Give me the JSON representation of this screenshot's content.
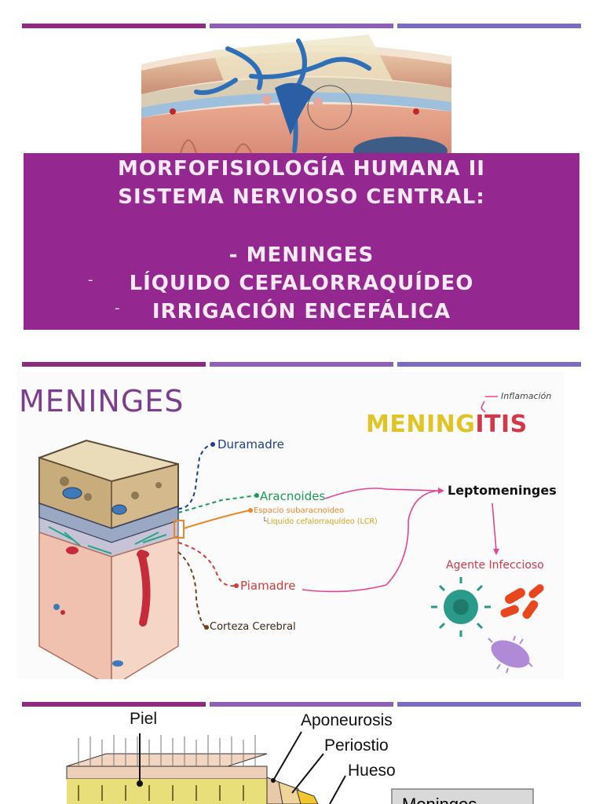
{
  "slide1": {
    "title_lines": [
      "MORFOFISIOLOGÍA HUMANA II",
      "SISTEMA NERVIOSO CENTRAL:"
    ],
    "topics": [
      "- MENINGES",
      "LÍQUIDO CEFALORRAQUÍDEO",
      "IRRIGACIÓN ENCEFÁLICA"
    ],
    "bullet": "-"
  },
  "slide2": {
    "heading": "MENINGES",
    "meningitis_prefix": "MENING",
    "meningitis_suffix": "ITIS",
    "inflamacion": "Inflamación",
    "duramadre": "Duramadre",
    "aracnoides": "Aracnoides",
    "espacio": "Espacio subaracnoideo",
    "liquido": "Liquido cefalorraquídeo (LCR)",
    "piamadre": "Piamadre",
    "corteza": "Corteza Cerebral",
    "leptomeninges": "Leptomeninges",
    "agente": "Agente Infeccioso"
  },
  "slide3": {
    "piel": "Piel",
    "aponeurosis": "Aponeurosis",
    "periostio": "Periostio",
    "hueso": "Hueso",
    "meninges_box": "Meninges"
  },
  "colors": {
    "title_bg": "#942790",
    "bar1": "#8e2a80",
    "bar2": "#8d5fb5",
    "bar3": "#7a6cc0",
    "meningitis_yellow": "#e0c423",
    "meningitis_red": "#d2384a",
    "dura_line": "#1f3f86",
    "aracnoides_line": "#1a9a55",
    "espacio_line": "#e8882a",
    "piamadre_line": "#d23a3a",
    "corteza_line": "#7a3f1a",
    "pink_line": "#e8438f"
  }
}
